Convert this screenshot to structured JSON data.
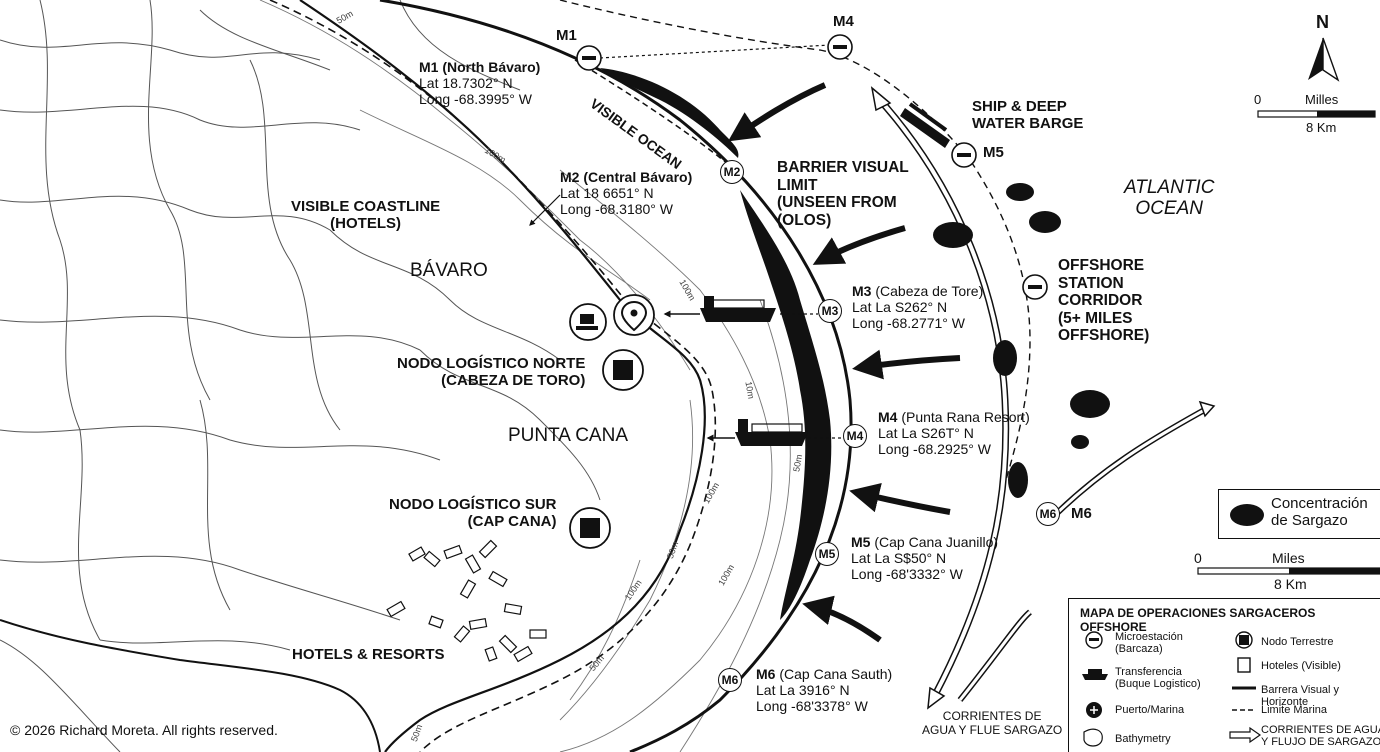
{
  "north_label": "N",
  "scale_bars": [
    {
      "zero": "0",
      "unit": "Milles",
      "distance": "8 Km"
    },
    {
      "zero": "0",
      "unit": "Miles",
      "distance": "8 Km"
    }
  ],
  "ocean_label": "ATLANTIC\nOCEAN",
  "places": {
    "bavaro": "BÁVARO",
    "punta_cana": "PUNTA CANA",
    "visible_coastline": "VISIBLE COASTLINE\n(HOTELS)",
    "nodo_norte": "NODO LOGÍSTICO NORTE\n(CABEZA DE TORO)",
    "nodo_sur": "NODO LOGÍSTICO SUR\n(CAP CANA)",
    "hotels_resorts": "HOTELS & RESORTS",
    "visible_ocean": "VISIBLE OCEAN",
    "barrier": "BARRIER VISUAL\nLIMIT\n(UNSEEN FROM\n(OLOS)",
    "ship_barge": "SHIP & DEEP\nWATER BARGE",
    "offshore": "OFFSHORE\nSTATION\nCORRIDOR\n(5+ MILES\nOFFSHORE)",
    "currents": "CORRIENTES DE\nAGUA Y FLUE SARGAZO"
  },
  "depth_labels": [
    "50m",
    "100m",
    "100m",
    "10m",
    "50m",
    "100m",
    "50m",
    "100m",
    "100m",
    "50m",
    "50m"
  ],
  "markers": [
    {
      "id": "M1",
      "title": "M1 (North Bávaro)",
      "lat": "Lat 18.7302° N",
      "long": "Long -68.3995° W"
    },
    {
      "id": "M2",
      "title": "M2 (Central Bávaro)",
      "lat": "Lat 18 6651° N",
      "long": "Long -68.3180° W"
    },
    {
      "id": "M3",
      "title": "M3",
      "name": "(Cabeza de Tore)",
      "lat": "Lat La S262° N",
      "long": "Long -68.2771° W"
    },
    {
      "id": "M4",
      "title": "M4",
      "name": "(Punta Rana Resort)",
      "lat": "Lat La S26T° N",
      "long": "Long -68.2925° W"
    },
    {
      "id": "M5",
      "title": "M5",
      "name": "(Cap Cana Juanillo)",
      "lat": "Lat La S$50° N",
      "long": "Long -68'3332° W"
    },
    {
      "id": "M6",
      "title": "M6",
      "name": "(Cap Cana Sauth)",
      "lat": "Lat La 3916° N",
      "long": "Long -68'3378° W"
    }
  ],
  "offshore_markers": [
    "M4",
    "M5",
    "M6"
  ],
  "sargassum_legend": "Concentración\nde Sargazo",
  "legend": {
    "title": "MAPA DE OPERACIONES SARGACEROS OFFSHORE",
    "items": [
      {
        "icon": "microstation-icon",
        "label": "Microestación\n(Barcaza)"
      },
      {
        "icon": "ship-icon",
        "label": "Transferencia\n(Buque Logistico)"
      },
      {
        "icon": "anchor-icon",
        "label": "Puerto/Marina"
      },
      {
        "icon": "bathymetry-icon",
        "label": "Bathymetry"
      },
      {
        "icon": "building-icon",
        "label": "Nodo Terrestre"
      },
      {
        "icon": "hotel-icon",
        "label": "Hoteles (Visible)"
      },
      {
        "icon": "solid-line-icon",
        "label": "Barrera Visual y Horizonte"
      },
      {
        "icon": "dashed-line-icon",
        "label": "Limite Marina"
      },
      {
        "icon": "hollow-arrow-icon",
        "label": "CORRIENTES DE AGUA\nY FLUJO DE SARGAZO"
      }
    ]
  },
  "copyright": "© 2026 Richard Moreta. All rights reserved.",
  "colors": {
    "ink": "#111111",
    "paper": "#ffffff",
    "grey": "#888888"
  }
}
